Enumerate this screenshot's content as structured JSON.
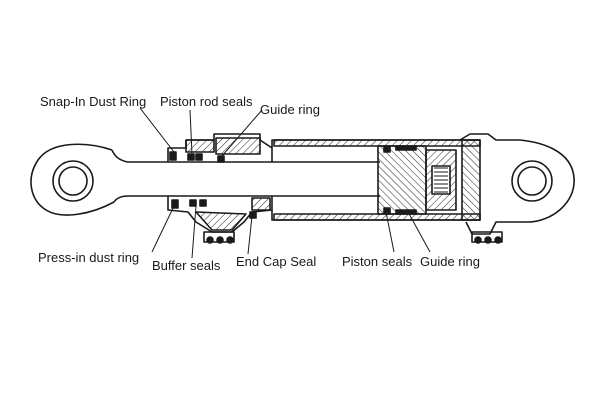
{
  "labels": {
    "snap_in_dust_ring": "Snap-In Dust Ring",
    "piston_rod_seals": "Piston rod seals",
    "guide_ring_top": "Guide ring",
    "press_in_dust_ring": "Press-in dust ring",
    "buffer_seals": "Buffer seals",
    "end_cap_seal": "End Cap Seal",
    "piston_seals": "Piston seals",
    "guide_ring_bottom": "Guide ring"
  },
  "colors": {
    "line": "#1a1a1a",
    "background": "#ffffff",
    "hatch": "#333333"
  }
}
